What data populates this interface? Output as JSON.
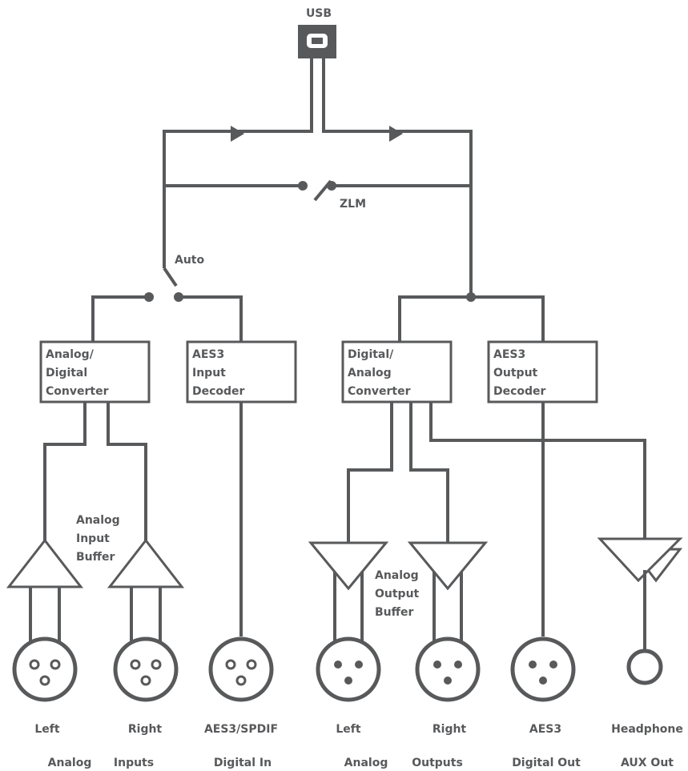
{
  "usb_label": "USB",
  "zlm_label": "ZLM",
  "auto_label": "Auto",
  "boxes": {
    "adc": [
      "Analog/",
      "Digital",
      "Converter"
    ],
    "aes3_in": [
      "AES3",
      "Input",
      "Decoder"
    ],
    "dac": [
      "Digital/",
      "Analog",
      "Converter"
    ],
    "aes3_out": [
      "AES3",
      "Output",
      "Decoder"
    ]
  },
  "analog_input_buffer": [
    "Analog",
    "Input",
    "Buffer"
  ],
  "analog_output_buffer": [
    "Analog",
    "Output",
    "Buffer"
  ],
  "connector_labels": {
    "left_in": "Left",
    "right_in": "Right",
    "aes_spdif": "AES3/SPDIF",
    "left_out": "Left",
    "right_out": "Right",
    "aes3_out": "AES3",
    "headphone": "Headphone"
  },
  "group_labels": {
    "analog_in_1": "Analog",
    "analog_in_2": "Inputs",
    "digital_in": "Digital In",
    "analog_out_1": "Analog",
    "analog_out_2": "Outputs",
    "digital_out": "Digital Out",
    "aux_out": "AUX Out"
  }
}
